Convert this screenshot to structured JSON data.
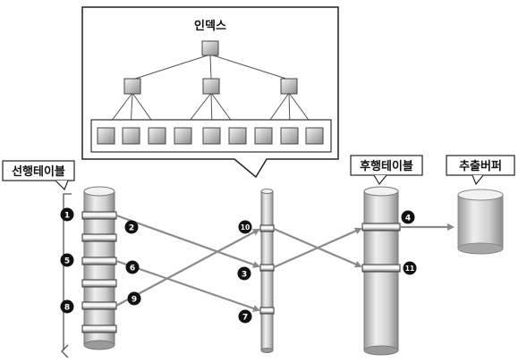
{
  "diagram": {
    "index_label": "인덱스",
    "driving_table_label": "선행테이블",
    "driven_table_label": "후행테이블",
    "extract_buffer_label": "추출버퍼",
    "step_numbers": [
      "1",
      "2",
      "3",
      "4",
      "5",
      "6",
      "7",
      "8",
      "9",
      "10",
      "11"
    ]
  }
}
